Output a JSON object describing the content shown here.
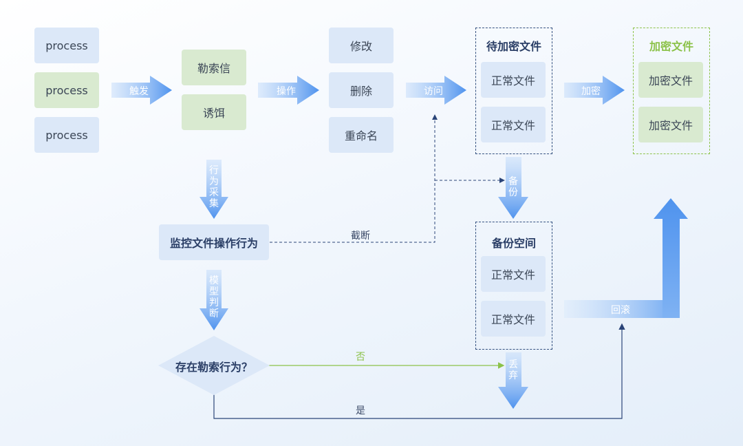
{
  "processes": [
    "process",
    "process",
    "process"
  ],
  "bait_group": [
    "勒索信",
    "诱饵"
  ],
  "operations": [
    "修改",
    "删除",
    "重命名"
  ],
  "pending_group": {
    "title": "待加密文件",
    "items": [
      "正常文件",
      "正常文件"
    ]
  },
  "encrypted_group": {
    "title": "加密文件",
    "items": [
      "加密文件",
      "加密文件"
    ]
  },
  "backup_group": {
    "title": "备份空间",
    "items": [
      "正常文件",
      "正常文件"
    ]
  },
  "monitor_box": "监控文件操作行为",
  "decision": "存在勒索行为？",
  "arrows": {
    "trigger": "触发",
    "operate": "操作",
    "access": "访问",
    "encrypt": "加密",
    "collect": "行为采集",
    "model": "模型判断",
    "backup": "备份",
    "discard": "丢弃",
    "rollback": "回滚"
  },
  "edges": {
    "intercept": "截断",
    "no": "否",
    "yes": "是"
  },
  "colors": {
    "blue_box": "#dce8f8",
    "green_box": "#d9ead0",
    "arrow_blue": "#5b9cf0",
    "line_dark": "#2a4478",
    "line_green": "#8cc24a"
  }
}
